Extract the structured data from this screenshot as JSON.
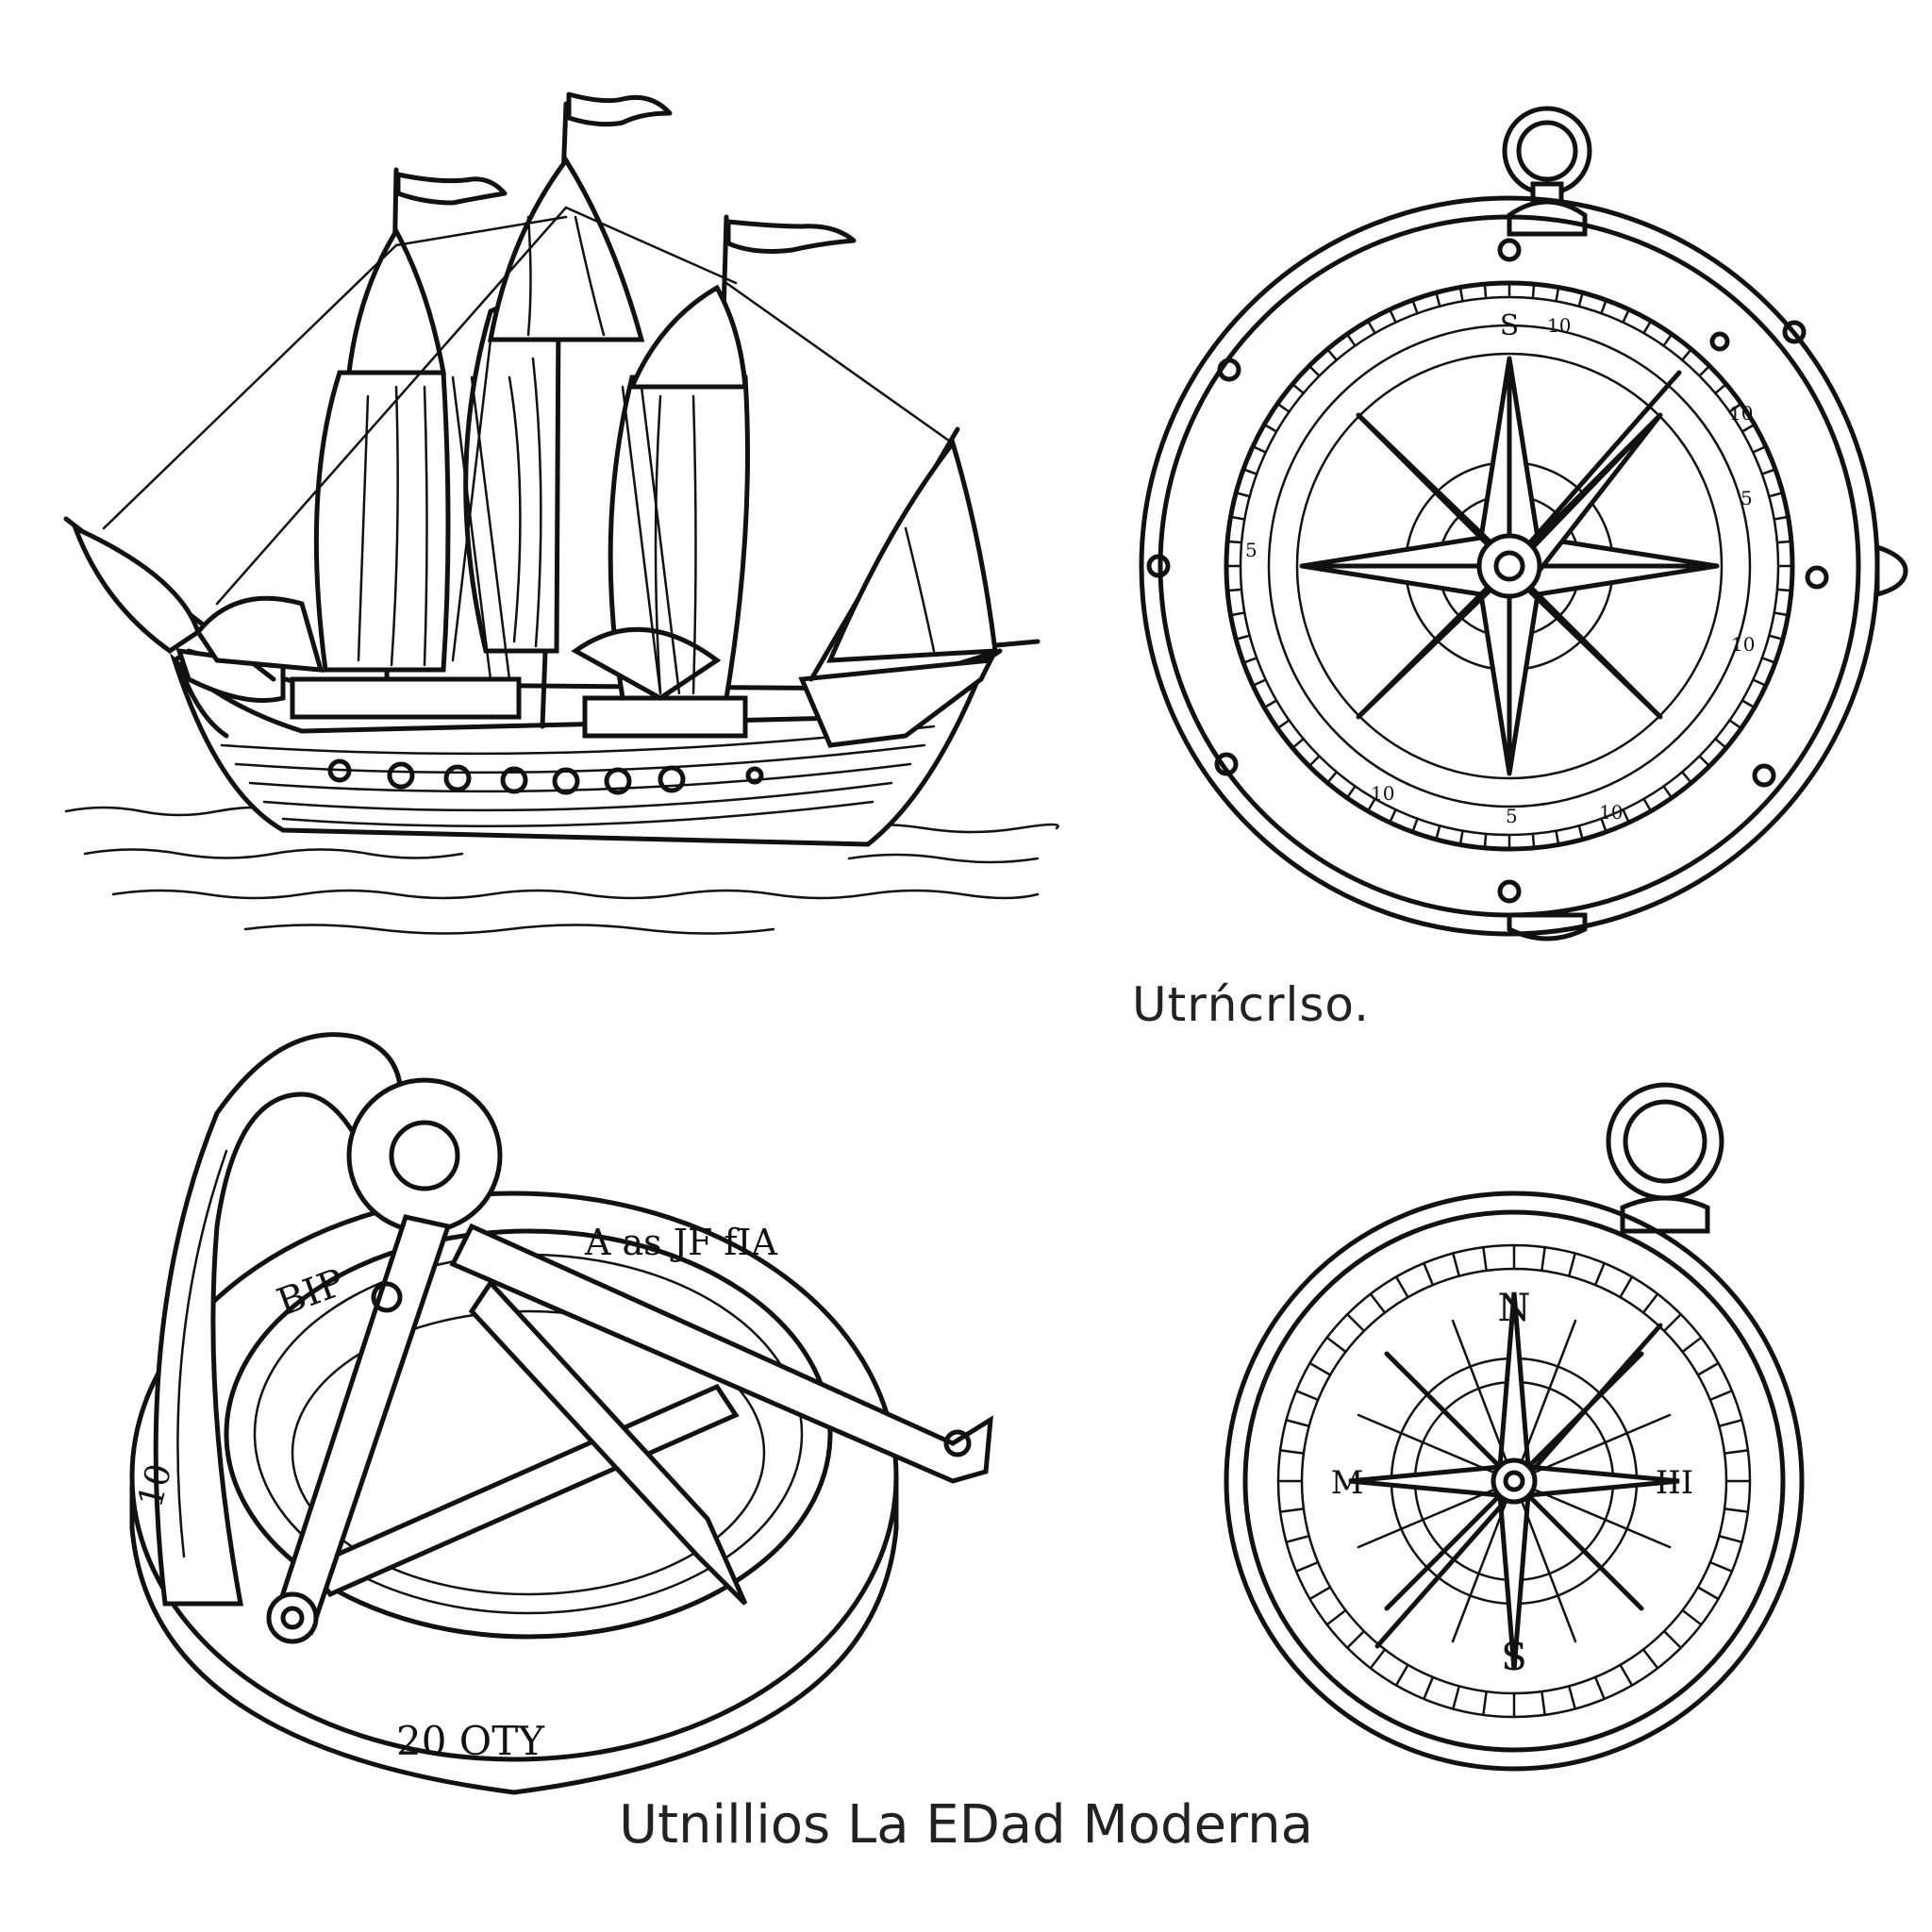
{
  "captions": {
    "compass_label": "Utrńcrlso.",
    "title": "Utnillios La EDad Moderna"
  },
  "illustrations": [
    {
      "name": "caravel-ship-illustration"
    },
    {
      "name": "large-compass-illustration"
    },
    {
      "name": "sundial-divider-illustration"
    },
    {
      "name": "small-compass-illustration"
    }
  ],
  "large_compass": {
    "top_letter": "S",
    "scale_marks": [
      "10",
      "5",
      "10",
      "10",
      "5",
      "10",
      "5",
      "10"
    ]
  },
  "small_compass": {
    "north": "N",
    "south": "S",
    "east": "III",
    "west": "M"
  },
  "sundial": {
    "ring_text_top": "A as  JF  fIA",
    "ring_text_left": "BIP",
    "ring_text_bottom": "20  OTY",
    "ring_text_side": "10"
  },
  "colors": {
    "ink": "#111111",
    "paper": "#ffffff"
  }
}
